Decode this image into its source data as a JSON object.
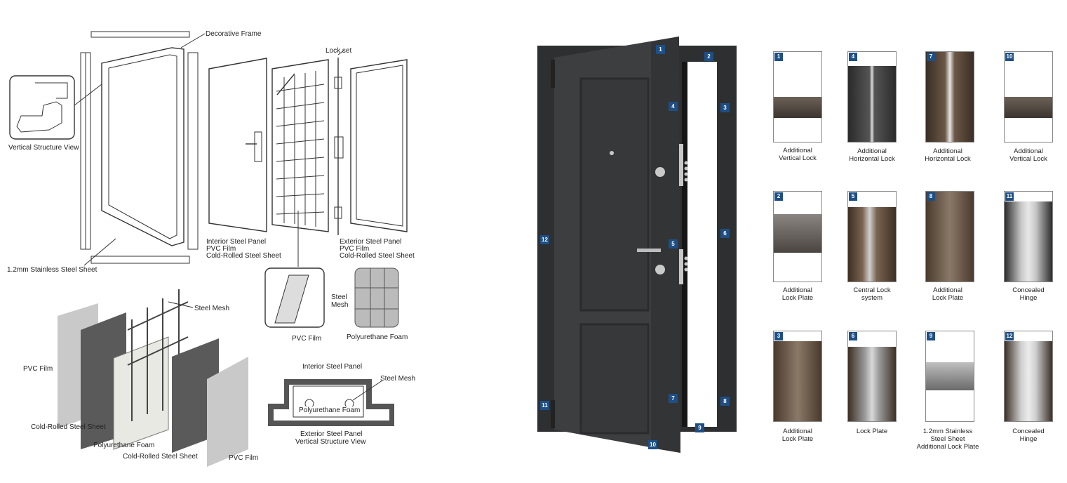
{
  "exploded_labels": {
    "decorative_frame": "Decorative Frame",
    "vertical_structure_view": "Vertical Structure View",
    "lock_set": "Lock set",
    "interior_panel": [
      "Interior Steel Panel",
      "PVC Film",
      "Cold-Rolled Steel Sheet"
    ],
    "exterior_panel": [
      "Exterior Steel Panel",
      "PVC Film",
      "Cold-Rolled Steel Sheet"
    ],
    "stainless_sheet": "1.2mm Stainless Steel Sheet",
    "steel_mesh_zoom": "Steel\nMesh",
    "pvc_film_zoom": "PVC Film",
    "polyurethane_foam_zoom": "Polyurethane Foam"
  },
  "layer_labels": {
    "steel_mesh": "Steel Mesh",
    "pvc_film_left": "PVC Film",
    "cold_rolled_left": "Cold-Rolled Steel Sheet",
    "polyurethane": "Polyurethane Foam",
    "cold_rolled_right": "Cold-Rolled Steel Sheet",
    "pvc_film_right": "PVC Film"
  },
  "section_labels": {
    "interior_panel": "Interior Steel Panel",
    "steel_mesh": "Steel Mesh",
    "polyurethane_foam": "Polyurethane Foam",
    "exterior_panel": "Exterior Steel Panel",
    "vertical_structure_view": "Vertical Structure View"
  },
  "door_badges": [
    "1",
    "2",
    "3",
    "4",
    "5",
    "6",
    "7",
    "8",
    "9",
    "10",
    "11",
    "12"
  ],
  "tiles": [
    {
      "num": "1",
      "caption": [
        "Additional",
        "Vertical Lock"
      ]
    },
    {
      "num": "4",
      "caption": [
        "Additional",
        "Horizontal Lock"
      ]
    },
    {
      "num": "7",
      "caption": [
        "Additional",
        "Horizontal Lock"
      ]
    },
    {
      "num": "10",
      "caption": [
        "Additional",
        "Vertical Lock"
      ]
    },
    {
      "num": "2",
      "caption": [
        "Additional",
        "Lock Plate"
      ]
    },
    {
      "num": "5",
      "caption": [
        "Central Lock",
        "system"
      ]
    },
    {
      "num": "8",
      "caption": [
        "Additional",
        "Lock Plate"
      ]
    },
    {
      "num": "11",
      "caption": [
        "Concealed",
        "Hinge"
      ]
    },
    {
      "num": "3",
      "caption": [
        "Additional",
        "Lock Plate"
      ]
    },
    {
      "num": "6",
      "caption": [
        "Lock Plate"
      ]
    },
    {
      "num": "9",
      "caption": [
        "1.2mm Stainless",
        "Steel Sheet",
        "Additional Lock Plate"
      ]
    },
    {
      "num": "12",
      "caption": [
        "Concealed",
        "Hinge"
      ]
    }
  ],
  "colors": {
    "badge": "#1d4f86",
    "door": "#3a3b3d",
    "frame": "#2b2c2e"
  }
}
